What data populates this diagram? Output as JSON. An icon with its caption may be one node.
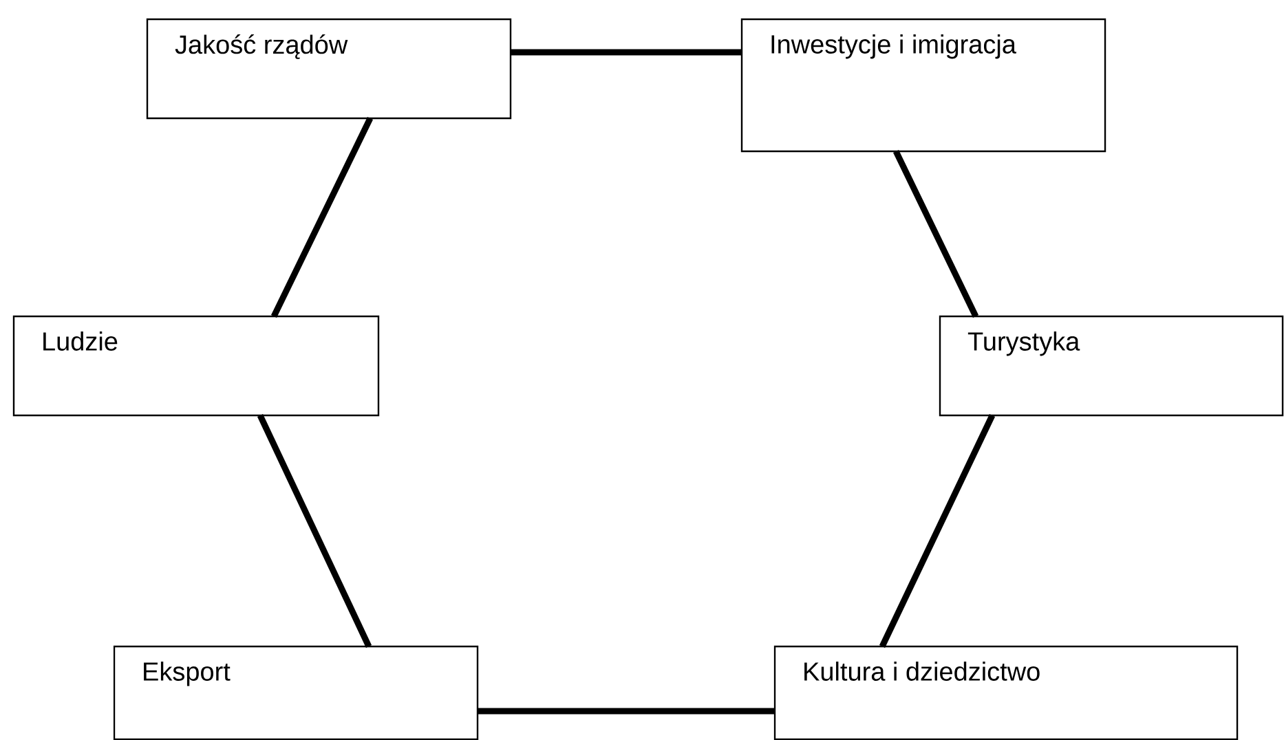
{
  "diagram": {
    "nodes": [
      {
        "text": [
          "Jakość rządów"
        ]
      },
      {
        "text": [
          "Inwestycje i imigracja"
        ]
      },
      {
        "text": [
          "Ludzie"
        ]
      },
      {
        "text": [
          "Turystyka"
        ]
      },
      {
        "text": [
          "Eksport"
        ]
      },
      {
        "text": [
          "Kultura i dziedzictwo"
        ]
      }
    ],
    "edges": [
      {
        "from": 0,
        "to": 1,
        "arrow": "none"
      },
      {
        "from": 0,
        "to": 2,
        "arrow": "none"
      },
      {
        "from": 1,
        "to": 3,
        "arrow": "none"
      },
      {
        "from": 2,
        "to": 4,
        "arrow": "none"
      },
      {
        "from": 3,
        "to": 5,
        "arrow": "none"
      },
      {
        "from": 4,
        "to": 5,
        "arrow": "none"
      }
    ]
  }
}
